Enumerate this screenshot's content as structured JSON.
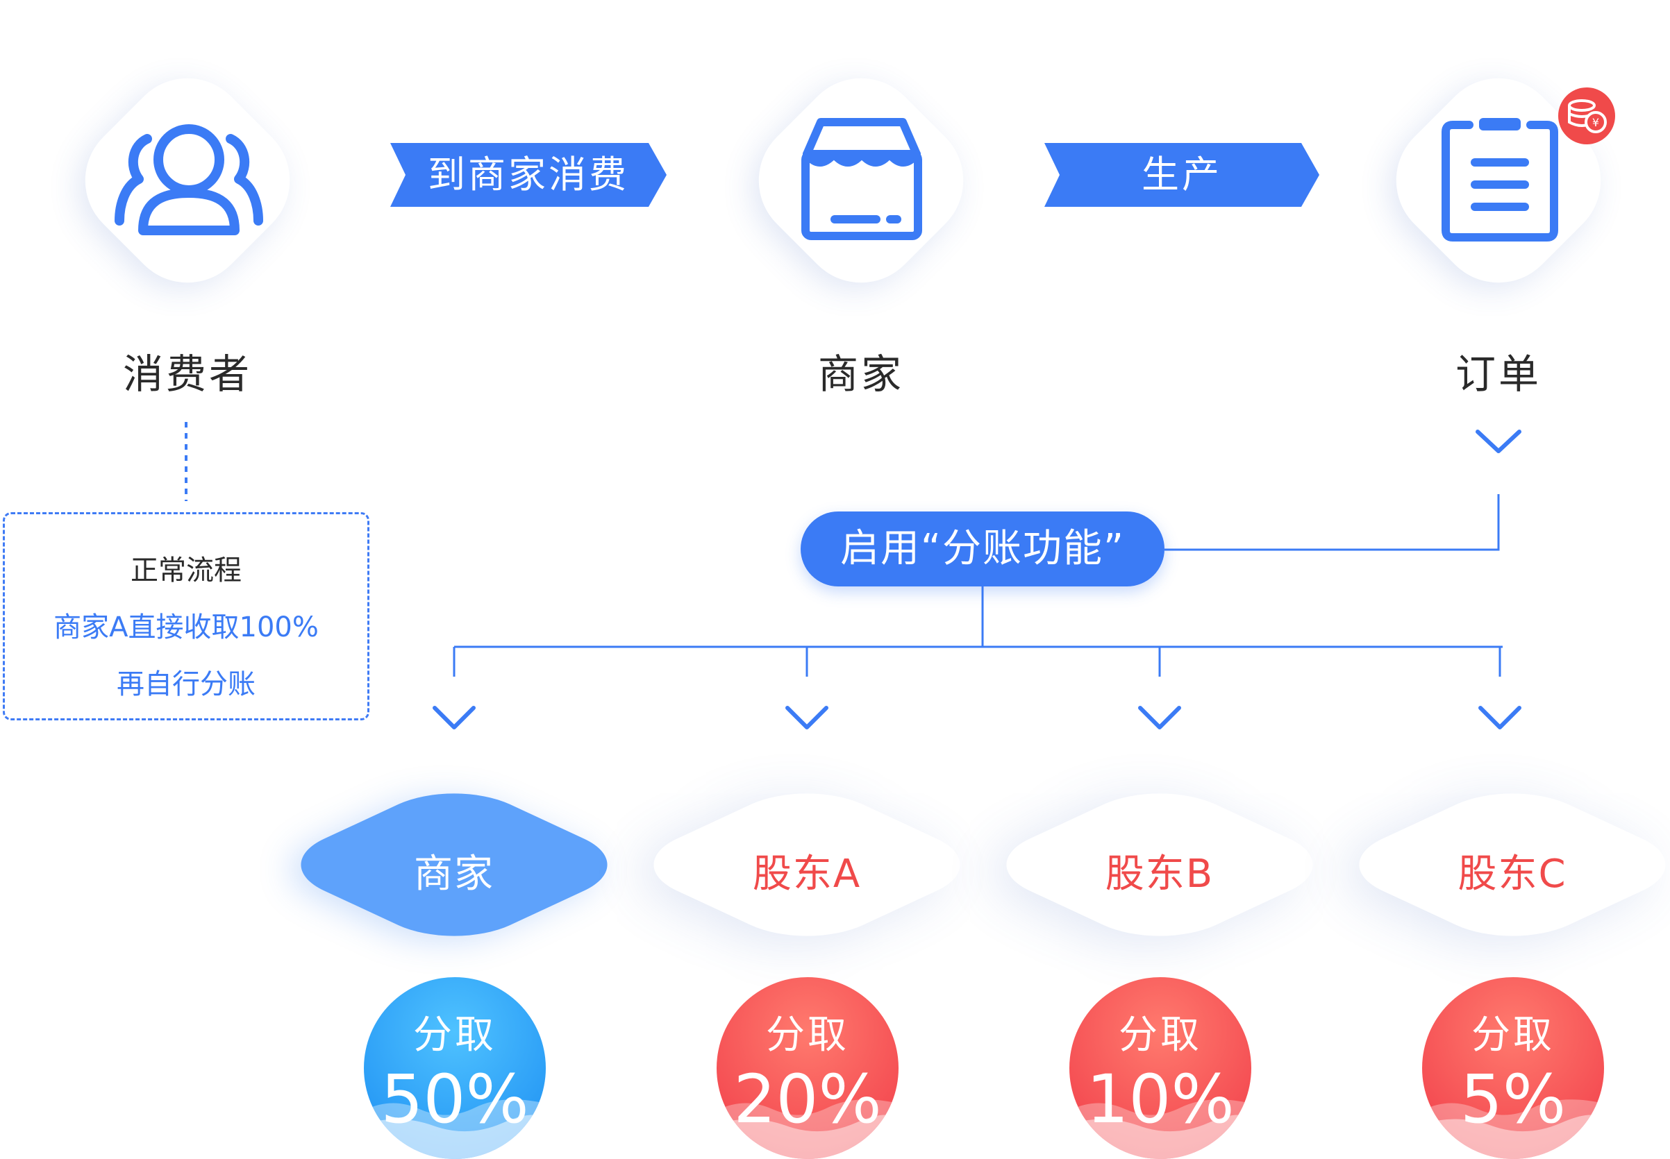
{
  "colors": {
    "blue": "#3b7bf5",
    "light_blue": "#5ea2fb",
    "red": "#f04a4a",
    "text_dark": "#2a2a2a"
  },
  "top_row": {
    "consumer": {
      "label": "消费者",
      "icon": "people-icon"
    },
    "arrow1": {
      "label": "到商家消费"
    },
    "merchant": {
      "label": "商家",
      "icon": "store-icon"
    },
    "arrow2": {
      "label": "生产"
    },
    "order": {
      "label": "订单",
      "icon": "clipboard-icon",
      "badge_icon": "coins-yuan-icon"
    }
  },
  "normal_flow": {
    "title": "正常流程",
    "line1": "商家A直接收取100%",
    "line2": "再自行分账"
  },
  "split_button": {
    "label": "启用“分账功能”"
  },
  "recipients": [
    {
      "name": "商家",
      "take": "分取",
      "percent": "50%",
      "value": 50
    },
    {
      "name": "股东A",
      "take": "分取",
      "percent": "20%",
      "value": 20
    },
    {
      "name": "股东B",
      "take": "分取",
      "percent": "10%",
      "value": 10
    },
    {
      "name": "股东C",
      "take": "分取",
      "percent": "5%",
      "value": 5
    }
  ]
}
